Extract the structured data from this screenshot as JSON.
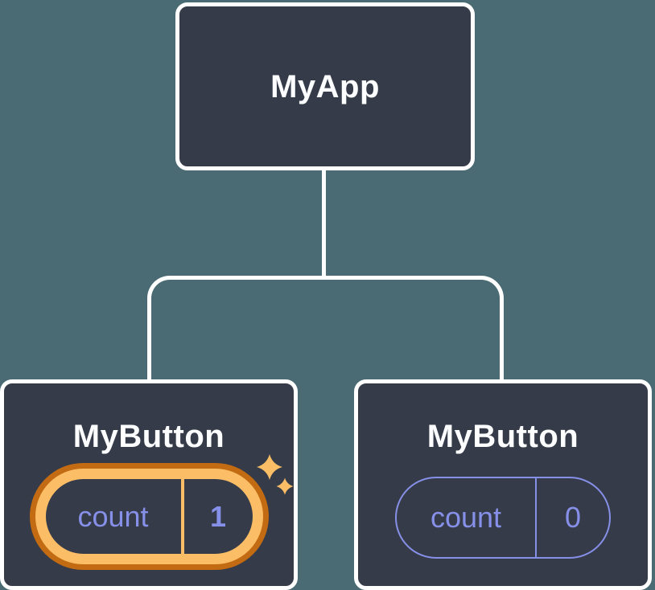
{
  "diagram": {
    "root": {
      "label": "MyApp"
    },
    "children": [
      {
        "label": "MyButton",
        "state": {
          "key": "count",
          "value": "1"
        },
        "highlighted": true
      },
      {
        "label": "MyButton",
        "state": {
          "key": "count",
          "value": "0"
        },
        "highlighted": false
      }
    ]
  },
  "icons": {
    "sparkle": "sparkle-icon"
  },
  "colors": {
    "background": "#4A6B73",
    "node_fill": "#353B48",
    "node_border": "#FFFFFF",
    "title_text": "#FCFDFE",
    "purple": "#8690E8",
    "highlight_inner": "#FBBE66",
    "highlight_outer": "#C26B12",
    "sparkle": "#FBBE66"
  }
}
